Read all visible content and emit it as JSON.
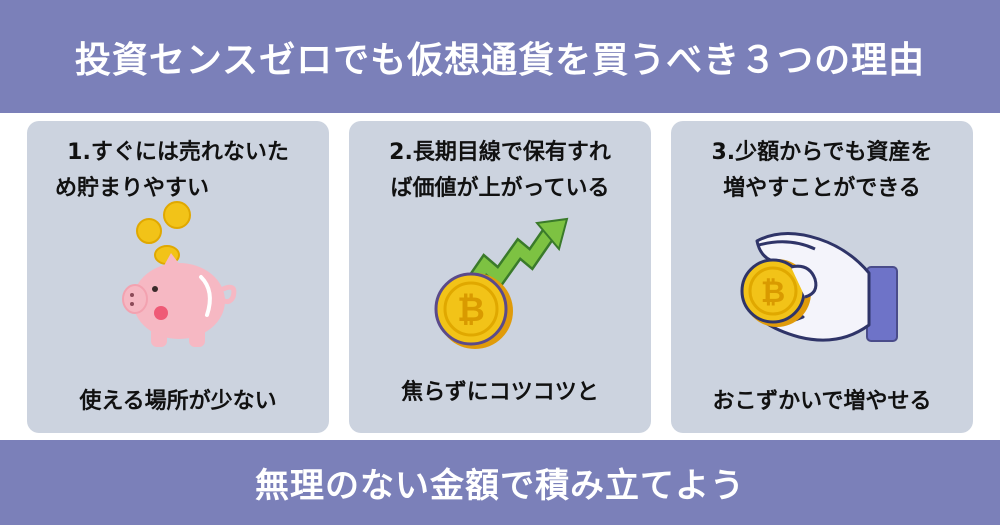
{
  "header": {
    "title": "投資センスゼロでも仮想通貨を買うべき３つの理由"
  },
  "cards": [
    {
      "title_lines": [
        "1.すぐには売れないた",
        "め貯まりやすい"
      ],
      "caption": "使える場所が少ない",
      "icon": "piggy-bank-icon"
    },
    {
      "title_lines": [
        "2.長期目線で保有すれ",
        "ば価値が上がっている"
      ],
      "caption": "焦らずにコツコツと",
      "icon": "bitcoin-rising-chart-icon"
    },
    {
      "title_lines": [
        "3.少額からでも資産を",
        "増やすことができる"
      ],
      "caption": "おこずかいで増やせる",
      "icon": "hand-holding-bitcoin-icon"
    }
  ],
  "footer": {
    "text": "無理のない金額で積み立てよう"
  },
  "colors": {
    "banner": "#7b80b9",
    "card": "#ccd3df",
    "coin": "#f2c318",
    "arrow": "#7dc242",
    "piggy": "#f6b8c3"
  }
}
